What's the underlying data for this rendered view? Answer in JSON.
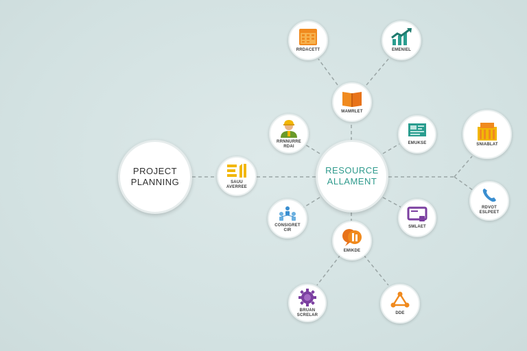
{
  "hubs": {
    "project": {
      "label_1": "PROJECT",
      "label_2": "PLANNING"
    },
    "resource": {
      "label_1": "RESOURCE",
      "label_2": "ALLAMENT"
    }
  },
  "nodes": {
    "calendar": {
      "label_1": "RRDACETT",
      "label_2": "",
      "icon": "calendar-icon"
    },
    "growth": {
      "label_1": "EMENIEL",
      "label_2": "",
      "icon": "growth-chart-icon"
    },
    "book": {
      "label_1": "MAMRLET",
      "label_2": "",
      "icon": "book-icon"
    },
    "worker": {
      "label_1": "RRNNURRE",
      "label_2": "RDAI",
      "icon": "worker-icon"
    },
    "display": {
      "label_1": "EMUKSE",
      "label_2": "",
      "icon": "display-icon"
    },
    "building": {
      "label_1": "SNIABLAT",
      "label_2": "",
      "icon": "building-icon"
    },
    "bars": {
      "label_1": "SAUU",
      "label_2": "AVERREE",
      "icon": "bar-gauge-icon"
    },
    "phone": {
      "label_1": "RDVOT",
      "label_2": "ESLPEET",
      "icon": "phone-icon"
    },
    "team": {
      "label_1": "CONSIGRET",
      "label_2": "CIR",
      "icon": "team-icon"
    },
    "monitor": {
      "label_1": "SMLAET",
      "label_2": "",
      "icon": "monitor-icon"
    },
    "chat": {
      "label_1": "EMIKDE",
      "label_2": "",
      "icon": "chat-bubble-icon"
    },
    "gear": {
      "label_1": "BRUAN",
      "label_2": "SCRELAR",
      "icon": "gear-icon"
    },
    "network": {
      "label_1": "DDE",
      "label_2": "",
      "icon": "network-icon"
    }
  },
  "colors": {
    "background": "#d6e4e4",
    "connector": "#9aa5a5",
    "hub_text_resource": "#2e9a8c",
    "orange": "#f08a1e",
    "yellow": "#f2b705",
    "teal": "#2a9d8f",
    "purple": "#7b3fa0",
    "blue": "#3a8ed0"
  }
}
